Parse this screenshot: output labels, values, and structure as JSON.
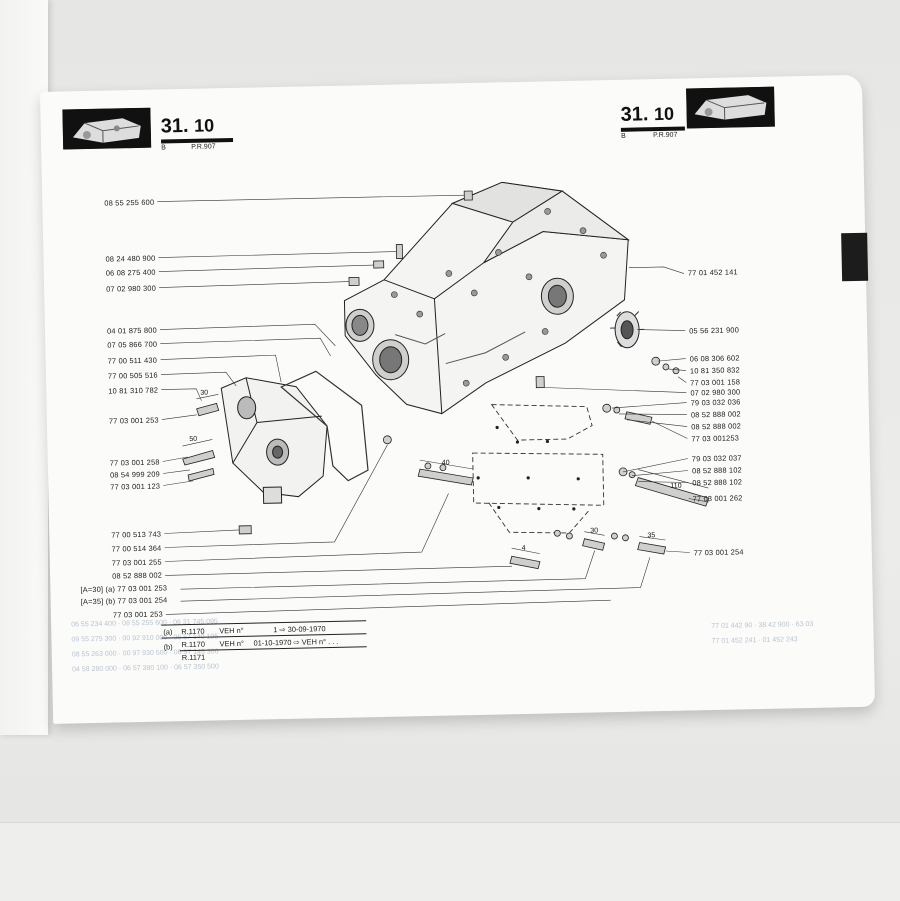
{
  "header": {
    "section_major": "31.",
    "section_minor": "10",
    "letter": "B",
    "pr_ref": "P.R.907"
  },
  "left_labels": [
    "08 55 255 600",
    "08 24 480 900",
    "06 08 275 400",
    "07 02 980 300",
    "04 01 875 800",
    "07 05 866 700",
    "77 00 511 430",
    "77 00 505 516",
    "10 81 310 782",
    "77 03 001 253",
    "77 03 001 258",
    "08 54 999 209",
    "77 03 001 123",
    "77 00 513 743",
    "77 00 514 364",
    "77 03 001 255",
    "08 52 888 002",
    "[A=30] (a) 77 03 001 253",
    "[A=35] (b) 77 03 001 254",
    "77 03 001 253"
  ],
  "right_labels": [
    "77 01 452 141",
    "05 56 231 900",
    "06 08 306 602",
    "10 81 350 832",
    "77 03 001 158",
    "07 02 980 300",
    "79 03 032 036",
    "08 52 888 002",
    "08 52 888 002",
    "77 03 001253",
    "79 03 032 037",
    "08 52 888 102",
    "08 52 888 102",
    "77 03 001 262",
    "77 03 001 254"
  ],
  "dimensions": [
    "30",
    "50",
    "40",
    "110",
    "4",
    "30",
    "35"
  ],
  "notes": {
    "row_a": {
      "tag": "(a)",
      "model": "R.1170",
      "veh": "VEH n°",
      "range": "1 ⇨ 30-09-1970"
    },
    "row_b": {
      "tag": "(b)",
      "model": "R.1170",
      "veh": "VEH n°",
      "range": "01-10-1970 ⇨ VEH n° . . ."
    },
    "row_c": {
      "model": "R.1171"
    }
  },
  "colors": {
    "ink": "#1b1b1b",
    "paper": "#fbfbfa",
    "ghost": "#b9c4cf"
  }
}
